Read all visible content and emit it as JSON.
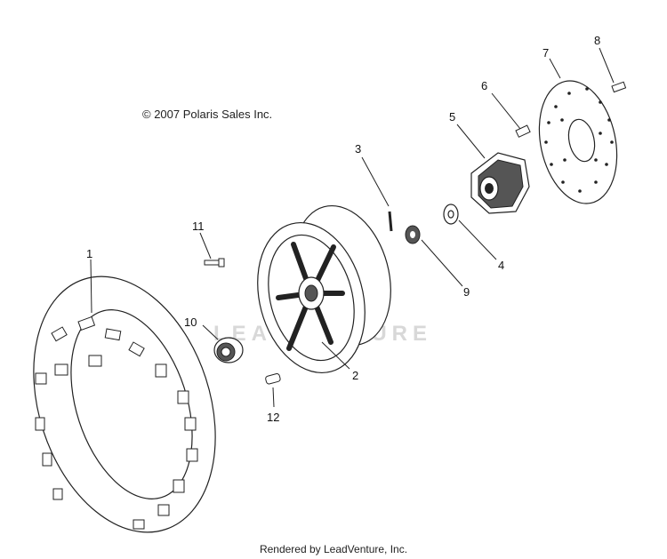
{
  "copyright": "© 2007 Polaris Sales Inc.",
  "footer": "Rendered by LeadVenture, Inc.",
  "watermark": "LEADVENTURE",
  "callouts": {
    "c1": "1",
    "c2": "2",
    "c3": "3",
    "c4": "4",
    "c5": "5",
    "c6": "6",
    "c7": "7",
    "c8": "8",
    "c9": "9",
    "c10": "10",
    "c11": "11",
    "c12": "12"
  }
}
